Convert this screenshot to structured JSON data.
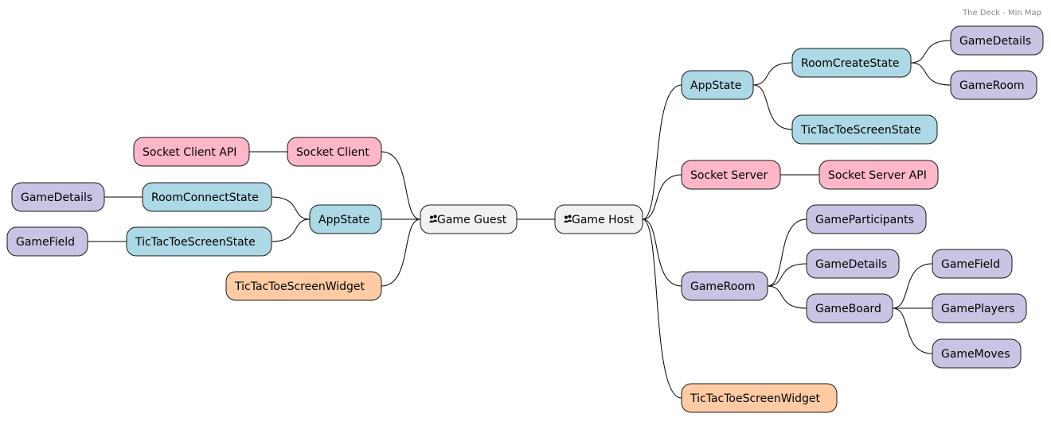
{
  "header": {
    "title": "The Deck - Min Map"
  },
  "colors": {
    "core": "#F1F1F1",
    "state": "#ADD8E6",
    "socket": "#FFB6C9",
    "model": "#CBC3E3",
    "widget": "#FFCBA4",
    "border": "#181818",
    "edge": "#000000"
  },
  "icons": {
    "root": "people-icon"
  },
  "mindmap": {
    "host": {
      "label": "Game Host",
      "children": [
        {
          "label": "AppState",
          "color": "state",
          "children": [
            {
              "label": "RoomCreateState",
              "color": "state",
              "children": [
                {
                  "label": "GameDetails",
                  "color": "model"
                },
                {
                  "label": "GameRoom",
                  "color": "model"
                }
              ]
            },
            {
              "label": "TicTacToeScreenState",
              "color": "state"
            }
          ]
        },
        {
          "label": "Socket Server",
          "color": "socket",
          "children": [
            {
              "label": "Socket Server API",
              "color": "socket"
            }
          ]
        },
        {
          "label": "GameRoom",
          "color": "model",
          "children": [
            {
              "label": "GameParticipants",
              "color": "model"
            },
            {
              "label": "GameDetails",
              "color": "model"
            },
            {
              "label": "GameBoard",
              "color": "model",
              "children": [
                {
                  "label": "GameField",
                  "color": "model"
                },
                {
                  "label": "GamePlayers",
                  "color": "model"
                },
                {
                  "label": "GameMoves",
                  "color": "model"
                }
              ]
            }
          ]
        },
        {
          "label": "TicTacToeScreenWidget",
          "color": "widget"
        }
      ]
    },
    "guest": {
      "label": "Game Guest",
      "children": [
        {
          "label": "Socket Client",
          "color": "socket",
          "children": [
            {
              "label": "Socket Client API",
              "color": "socket"
            }
          ]
        },
        {
          "label": "AppState",
          "color": "state",
          "children": [
            {
              "label": "RoomConnectState",
              "color": "state",
              "children": [
                {
                  "label": "GameDetails",
                  "color": "model"
                }
              ]
            },
            {
              "label": "TicTacToeScreenState",
              "color": "state",
              "children": [
                {
                  "label": "GameField",
                  "color": "model"
                }
              ]
            }
          ]
        },
        {
          "label": "TicTacToeScreenWidget",
          "color": "widget"
        }
      ]
    }
  }
}
